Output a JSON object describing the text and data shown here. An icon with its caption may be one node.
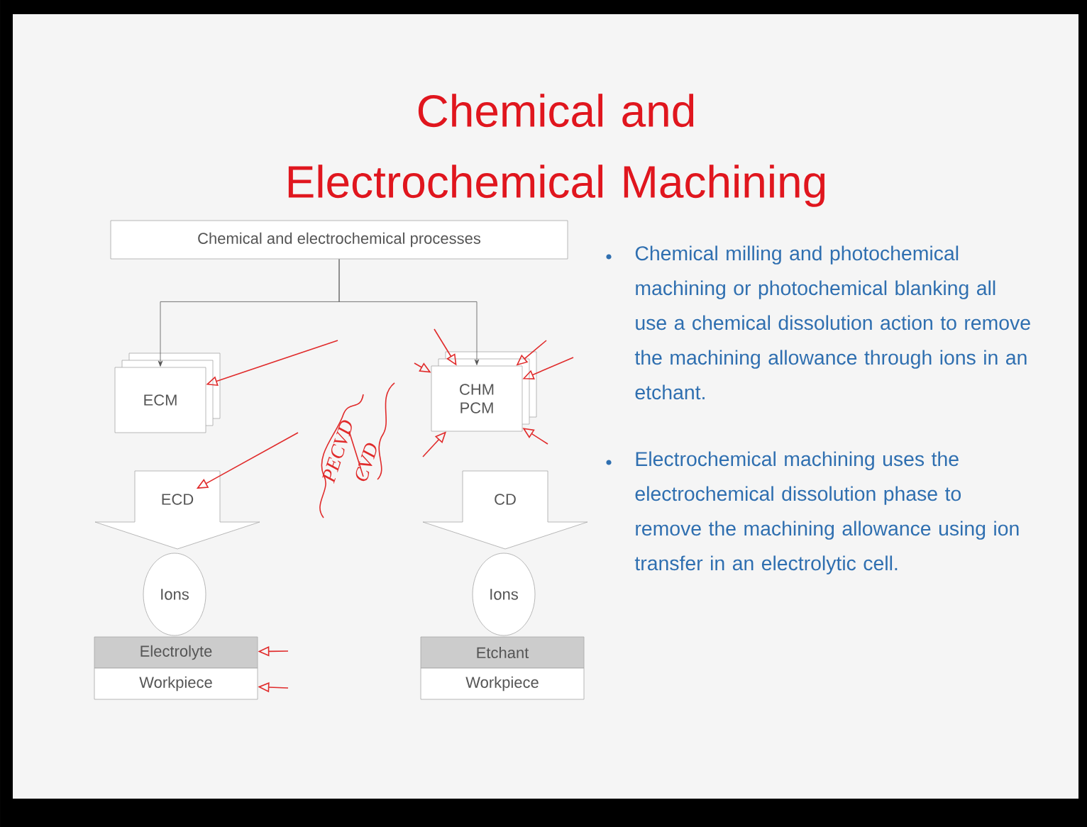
{
  "diagram": {
    "title": "Chemical and Electrochemical Machining",
    "nodes": [
      {
        "text": [
          "Chemical and electrochemical processes"
        ]
      },
      {
        "text": [
          "ECM"
        ]
      },
      {
        "text": [
          "CHM PCM"
        ]
      },
      {
        "text": [
          "ECD"
        ]
      },
      {
        "text": [
          "Ions"
        ]
      },
      {
        "text": [
          "Electrolyte"
        ]
      },
      {
        "text": [
          "Workpiece"
        ]
      },
      {
        "text": [
          "CD"
        ]
      },
      {
        "text": [
          "Ions"
        ]
      },
      {
        "text": [
          "Etchant"
        ]
      },
      {
        "text": [
          "Workpiece"
        ]
      }
    ],
    "edges": [
      {
        "from": 0,
        "to": 1,
        "arrow": "to",
        "color": "#555555"
      },
      {
        "from": 0,
        "to": 2,
        "arrow": "to",
        "color": "#555555"
      },
      {
        "from": null,
        "to": 1,
        "arrow": "to",
        "color": "#e02a2a"
      },
      {
        "from": null,
        "to": 3,
        "arrow": "to",
        "color": "#e02a2a"
      },
      {
        "from": null,
        "to": 5,
        "arrow": "to",
        "color": "#e02a2a"
      },
      {
        "from": null,
        "to": 6,
        "arrow": "to",
        "color": "#e02a2a"
      },
      {
        "from": null,
        "to": 2,
        "arrow": "to",
        "color": "#e02a2a"
      },
      {
        "from": null,
        "to": 2,
        "arrow": "to",
        "color": "#e02a2a"
      },
      {
        "from": null,
        "to": 2,
        "arrow": "to",
        "color": "#e02a2a"
      },
      {
        "from": null,
        "to": 2,
        "arrow": "to",
        "color": "#e02a2a"
      },
      {
        "from": null,
        "to": 2,
        "arrow": "to",
        "color": "#e02a2a"
      },
      {
        "from": null,
        "to": 2,
        "arrow": "to",
        "color": "#e02a2a"
      }
    ],
    "labels": [
      "Chemical milling and photochemical machining or photochemical blanking all use a chemical dissolution action to remove the machining allowance through ions in an etchant.",
      "Electrochemical machining uses the electrochemical dissolution phase to remove the machining allowance using ion transfer in an electrolytic cell.",
      "PECVD",
      "CVD"
    ]
  }
}
